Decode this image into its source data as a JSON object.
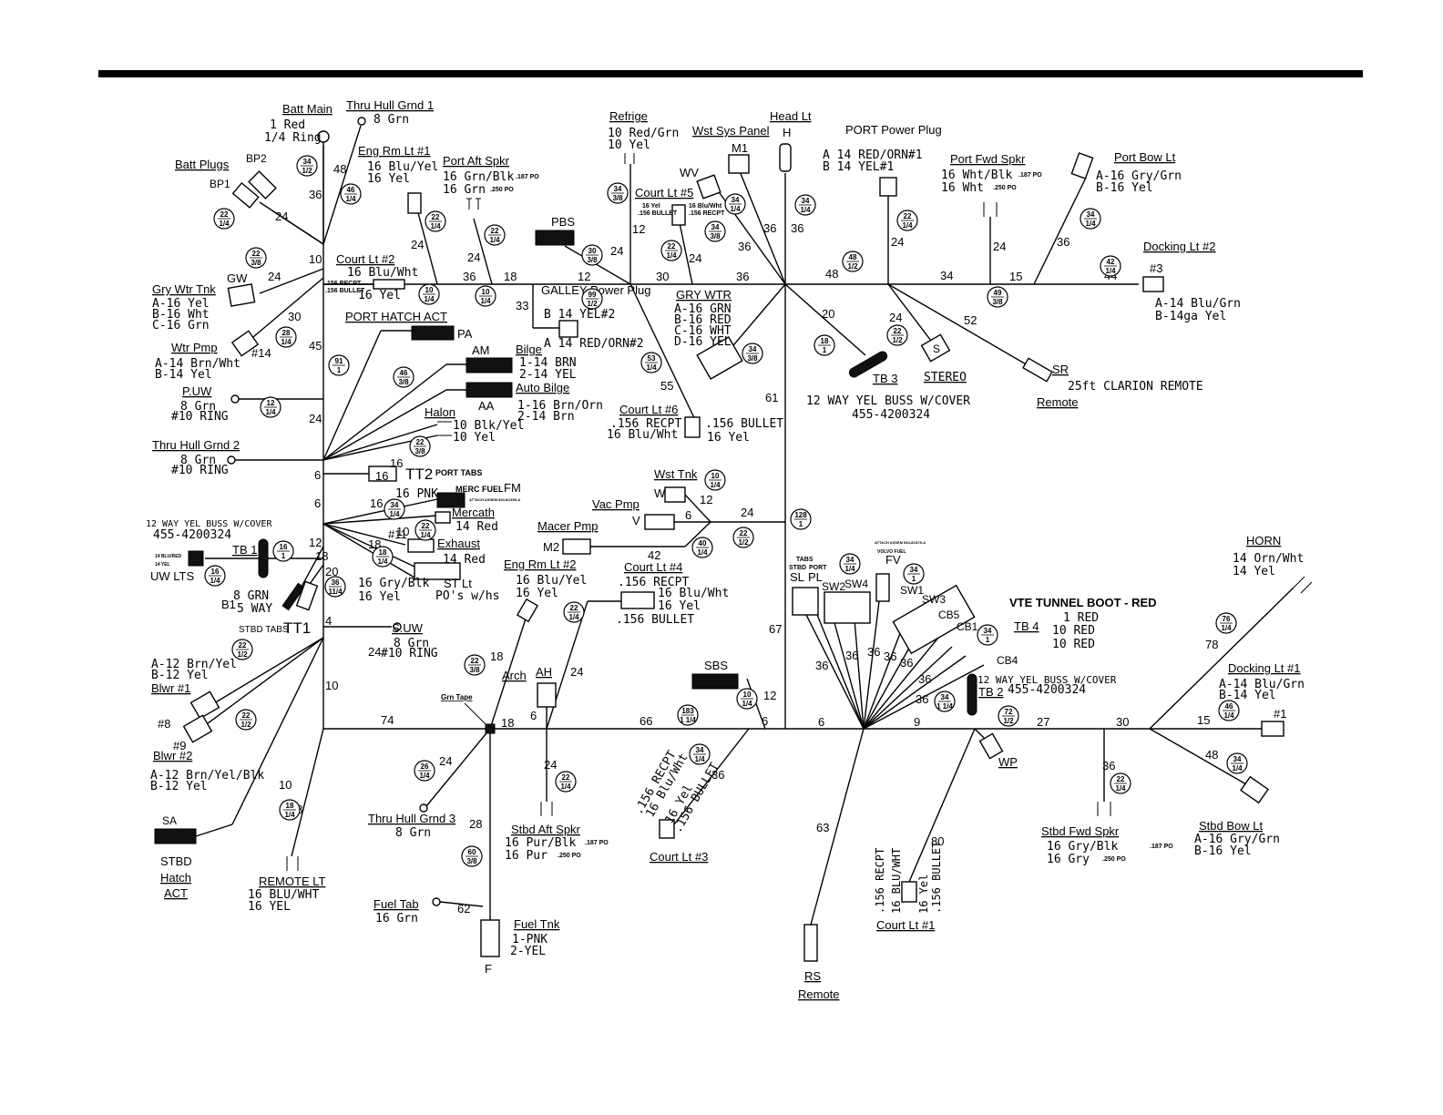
{
  "components": {
    "batt_main": {
      "title": "Batt Main",
      "lines": [
        "1 Red",
        "1/4 Ring"
      ]
    },
    "thru_hull_grnd_1": {
      "title": "Thru Hull Grnd 1",
      "lines": [
        "8 Grn"
      ]
    },
    "batt_plugs": {
      "title": "Batt Plugs",
      "tags": [
        "BP2",
        "BP1"
      ]
    },
    "eng_rm_lt_1": {
      "title": "Eng Rm Lt #1",
      "lines": [
        "16 Blu/Yel",
        "16 Yel"
      ]
    },
    "port_aft_spkr": {
      "title": "Port Aft Spkr",
      "lines": [
        "16 Grn/Blk",
        "16 Grn"
      ],
      "sizes": [
        ".187 PO",
        ".250 PO"
      ]
    },
    "refrige": {
      "title": "Refrige",
      "lines": [
        "10 Red/Grn",
        "10 Yel"
      ]
    },
    "wst_sys_panel": {
      "title": "Wst Sys Panel",
      "tag": "M1"
    },
    "head_lt": {
      "title": "Head Lt",
      "tag": "H"
    },
    "port_power_plug": {
      "title": "PORT Power Plug",
      "lines": [
        "A 14 RED/ORN#1",
        "B 14 YEL#1"
      ]
    },
    "port_fwd_spkr": {
      "title": "Port Fwd Spkr",
      "lines": [
        "16 Wht/Blk",
        "16 Wht"
      ],
      "sizes": [
        ".187 PO",
        ".250 PO"
      ]
    },
    "port_bow_lt": {
      "title": "Port Bow Lt",
      "lines": [
        "A-16 Gry/Grn",
        "B-16 Yel"
      ]
    },
    "docking_lt_2": {
      "title": "Docking Lt #2",
      "tag": "#3",
      "lines": [
        "A-14 Blu/Grn",
        "B-14ga Yel"
      ]
    },
    "court_lt_5": {
      "title": "Court Lt #5",
      "small": [
        "16 Yel",
        ".156 BULLET",
        "16 Blu/Wht",
        ".156 RECPT"
      ]
    },
    "wv": {
      "tag": "WV"
    },
    "pbs": {
      "tag": "PBS"
    },
    "court_lt_2": {
      "title": "Court Lt #2",
      "lines": [
        "16 Blu/Wht",
        "16 Yel"
      ],
      "small": [
        ".156 RECPT",
        ".156 BULLET"
      ]
    },
    "gry_wtr_tnk": {
      "title": "Gry Wtr Tnk",
      "tag": "GW",
      "lines": [
        "A-16 Yel",
        "B-16 Wht",
        "C-16 Grn"
      ]
    },
    "galley_power_plug": {
      "title": "GALLEY Power Plug",
      "lines": [
        "B 14 YEL#2",
        "A 14 RED/ORN#2"
      ]
    },
    "gry_wtr": {
      "title": "GRY WTR",
      "lines": [
        "A-16 GRN",
        "B-16 RED",
        "C-16 WHT",
        "D-16 YEL"
      ]
    },
    "port_hatch_act": {
      "title": "PORT HATCH ACT",
      "tag": "PA"
    },
    "wtr_pmp": {
      "title": "Wtr Pmp",
      "tag": "#14",
      "lines": [
        "A-14 Brn/Wht",
        "B-14 Yel"
      ]
    },
    "am": {
      "tag": "AM"
    },
    "bilge": {
      "title": "Bilge",
      "lines": [
        "1-14 BRN",
        "2-14 YEL"
      ]
    },
    "aa": {
      "tag": "AA"
    },
    "auto_bilge": {
      "title": "Auto Bilge",
      "lines": [
        "1-16 Brn/Orn",
        "2-14 Brn"
      ]
    },
    "tb3": {
      "title": "TB 3",
      "lines": [
        "12 WAY YEL BUSS W/COVER",
        "455-4200324"
      ]
    },
    "stereo": {
      "title": "STEREO",
      "tag": "S"
    },
    "sr": {
      "title": "SR",
      "lines": [
        "25ft CLARION REMOTE"
      ],
      "sub": "Remote"
    },
    "puw": {
      "title": "P.UW",
      "lines": [
        "8 Grn",
        "#10 RING"
      ]
    },
    "halon": {
      "title": "Halon",
      "lines": [
        "10 Blk/Yel",
        "10 Yel"
      ]
    },
    "court_lt_6": {
      "title": "Court Lt #6",
      "lines": [
        ".156 RECPT",
        "16 Blu/Wht",
        ".156 BULLET",
        "16 Yel"
      ]
    },
    "thru_hull_grnd_2": {
      "title": "Thru Hull Grnd 2",
      "lines": [
        "8 Grn",
        "#10 RING"
      ]
    },
    "tt2": {
      "title": "TT2",
      "sub": "PORT TABS"
    },
    "wst_tnk": {
      "title": "Wst Tnk",
      "tag": "W"
    },
    "fm": {
      "title": "MERC FUEL",
      "tag": "FM",
      "lines": [
        "16 PNK"
      ],
      "small": "ATTACH ASSEM 894-8C895-A"
    },
    "mercath": {
      "title": "Mercath",
      "lines": [
        "14 Red"
      ]
    },
    "vac_pmp": {
      "title": "Vac Pmp",
      "tag": "V"
    },
    "tb1": {
      "title": "TB 1",
      "lines": [
        "12 WAY YEL BUSS W/COVER",
        "455-4200324"
      ],
      "small": [
        "14 BLU/RED",
        "14 YEL"
      ],
      "sub": "UW LTS"
    },
    "exhaust": {
      "title": "Exhaust",
      "tag": "#11",
      "lines": [
        "14 Red"
      ]
    },
    "macer_pmp": {
      "title": "Macer Pmp",
      "tag": "M2"
    },
    "st_lt": {
      "title": "ST Lt",
      "lines": [
        "16 Gry/Blk",
        "16 Yel",
        "PO's w/hs"
      ]
    },
    "eng_rm_lt_2": {
      "title": "Eng Rm Lt #2",
      "lines": [
        "16 Blu/Yel",
        "16 Yel"
      ]
    },
    "court_lt_4": {
      "title": "Court Lt #4",
      "lines": [
        ".156 RECPT",
        "16 Blu/Wht",
        "16 Yel",
        ".156 BULLET"
      ]
    },
    "b1": {
      "tag": "B1",
      "lines": [
        "8 GRN",
        "5 WAY"
      ]
    },
    "tt1": {
      "title": "TT1",
      "sub": "STBD TABS"
    },
    "suw": {
      "title": "S.UW",
      "lines": [
        "8 Grn",
        "#10 RING"
      ]
    },
    "tabs": {
      "title": "TABS",
      "sub": [
        "STBD",
        "PORT"
      ],
      "tags": [
        "SL",
        "PL",
        "SW2",
        "SW4"
      ]
    },
    "fv": {
      "title": "VOLVO FUEL",
      "tag": "FV",
      "small": "ATTACH ASSEM 894-8C879-A"
    },
    "switches": {
      "tags": [
        "SW1",
        "SW3",
        "CB5",
        "CB1",
        "CB4"
      ]
    },
    "vte_tunnel": {
      "title": "VTE TUNNEL BOOT - RED",
      "tb": "TB 4",
      "lines": [
        "1 RED",
        "10 RED",
        "10 RED"
      ]
    },
    "horn": {
      "title": "HORN",
      "lines": [
        "14 Orn/Wht",
        "14 Yel"
      ]
    },
    "blwr_1": {
      "title": "Blwr #1",
      "tag": "#8",
      "lines": [
        "A-12 Brn/Yel",
        "B-12 Yel"
      ]
    },
    "blwr_2": {
      "title": "Blwr #2",
      "tag": "#9",
      "lines": [
        "A-12 Brn/Yel/Blk",
        "B-12 Yel"
      ]
    },
    "arch": {
      "title": "Arch",
      "tag": "AH"
    },
    "sbs": {
      "tag": "SBS"
    },
    "tb2": {
      "title": "TB 2",
      "lines": [
        "12 WAY YEL BUSS W/COVER",
        "455-4200324"
      ]
    },
    "docking_lt_1": {
      "title": "Docking Lt #1",
      "tag": "#1",
      "lines": [
        "A-14 Blu/Grn",
        "B-14 Yel"
      ]
    },
    "grn_tape": {
      "title": "Grn Tape"
    },
    "wp": {
      "tag": "WP"
    },
    "stbd_bow_lt": {
      "title": "Stbd Bow Lt",
      "lines": [
        "A-16 Gry/Grn",
        "B-16 Yel"
      ]
    },
    "court_lt_3": {
      "title": "Court Lt #3",
      "lines": [
        ".156 RECPT",
        "16 Blu/Wht",
        "16 Yel",
        ".156 BULLET"
      ]
    },
    "stbd_fwd_spkr": {
      "title": "Stbd Fwd Spkr",
      "lines": [
        "16 Gry/Blk",
        "16 Gry"
      ],
      "sizes": [
        ".187 PO",
        ".250 PO"
      ]
    },
    "thru_hull_grnd_3": {
      "title": "Thru Hull Grnd 3",
      "lines": [
        "8 Grn"
      ]
    },
    "stbd_aft_spkr": {
      "title": "Stbd Aft Spkr",
      "lines": [
        "16 Pur/Blk",
        "16 Pur"
      ],
      "sizes": [
        ".187 PO",
        ".250 PO"
      ]
    },
    "sa": {
      "tag": "SA",
      "title": [
        "STBD",
        "Hatch",
        "ACT"
      ]
    },
    "remote_lt": {
      "title": "REMOTE LT",
      "lines": [
        "16 BLU/WHT",
        "16 YEL"
      ]
    },
    "fuel_tab": {
      "title": "Fuel Tab",
      "lines": [
        "16 Grn"
      ]
    },
    "fuel_tnk": {
      "title": "Fuel Tnk",
      "tag": "F",
      "lines": [
        "1-PNK",
        "2-YEL"
      ]
    },
    "rs": {
      "title": "RS",
      "sub": "Remote"
    },
    "court_lt_1": {
      "title": "Court Lt #1",
      "lines": [
        ".156 RECPT",
        "16 BLU/WHT",
        "16 Yel",
        ".156 BULLET"
      ]
    }
  },
  "lengths": [
    "48",
    "36",
    "10",
    "24",
    "24",
    "30",
    "45",
    "12",
    "24",
    "6",
    "6",
    "12",
    "20",
    "18",
    "4",
    "10",
    "10",
    "18",
    "24",
    "24",
    "36",
    "18",
    "12",
    "33",
    "24",
    "12",
    "30",
    "36",
    "36",
    "36",
    "24",
    "55",
    "61",
    "36",
    "48",
    "24",
    "34",
    "15",
    "44",
    "24",
    "36",
    "20",
    "24",
    "52",
    "12",
    "24",
    "6",
    "42",
    "67",
    "12",
    "6",
    "74",
    "18",
    "66",
    "6",
    "9",
    "27",
    "30",
    "15",
    "48",
    "36",
    "24",
    "28",
    "62",
    "18",
    "24",
    "36",
    "63",
    "80",
    "78",
    "36",
    "36",
    "36",
    "36",
    "36",
    "36",
    "36",
    "16",
    "16",
    "16",
    "10",
    "24",
    "6",
    "18",
    "24"
  ],
  "badges": [
    {
      "t": "34",
      "b": "1/2"
    },
    {
      "t": "46",
      "b": "1/4"
    },
    {
      "t": "22",
      "b": "1/4"
    },
    {
      "t": "22",
      "b": "3/8"
    },
    {
      "t": "22",
      "b": "1/4"
    },
    {
      "t": "22",
      "b": "1/4"
    },
    {
      "t": "34",
      "b": "3/8"
    },
    {
      "t": "22",
      "b": "1/4"
    },
    {
      "t": "34",
      "b": "1/4"
    },
    {
      "t": "34",
      "b": "3/8"
    },
    {
      "t": "34",
      "b": "1/4"
    },
    {
      "t": "22",
      "b": "1/4"
    },
    {
      "t": "48",
      "b": "1/2"
    },
    {
      "t": "34",
      "b": "1/4"
    },
    {
      "t": "42",
      "b": "1/4"
    },
    {
      "t": "10",
      "b": "1/4"
    },
    {
      "t": "10",
      "b": "1/4"
    },
    {
      "t": "30",
      "b": "3/8"
    },
    {
      "t": "99",
      "b": "1/2"
    },
    {
      "t": "49",
      "b": "3/8"
    },
    {
      "t": "28",
      "b": "1/4"
    },
    {
      "t": "91",
      "b": "1"
    },
    {
      "t": "46",
      "b": "3/8"
    },
    {
      "t": "53",
      "b": "1/4"
    },
    {
      "t": "34",
      "b": "3/8"
    },
    {
      "t": "18",
      "b": "1"
    },
    {
      "t": "22",
      "b": "1/2"
    },
    {
      "t": "12",
      "b": "1/4"
    },
    {
      "t": "22",
      "b": "3/8"
    },
    {
      "t": "10",
      "b": "1/4"
    },
    {
      "t": "34",
      "b": "1/4"
    },
    {
      "t": "22",
      "b": "1/4"
    },
    {
      "t": "128",
      "b": "1"
    },
    {
      "t": "22",
      "b": "1/2"
    },
    {
      "t": "40",
      "b": "1/4"
    },
    {
      "t": "16",
      "b": "1"
    },
    {
      "t": "16",
      "b": "1/4"
    },
    {
      "t": "18",
      "b": "1/4"
    },
    {
      "t": "36",
      "b": "11/4"
    },
    {
      "t": "22",
      "b": "1/4"
    },
    {
      "t": "34",
      "b": "1/4"
    },
    {
      "t": "34",
      "b": "1"
    },
    {
      "t": "22",
      "b": "1/2"
    },
    {
      "t": "22",
      "b": "1/2"
    },
    {
      "t": "22",
      "b": "3/8"
    },
    {
      "t": "34",
      "b": "1"
    },
    {
      "t": "76",
      "b": "1/4"
    },
    {
      "t": "10",
      "b": "1/4"
    },
    {
      "t": "183",
      "b": "1 1/4"
    },
    {
      "t": "34",
      "b": "1 1/4"
    },
    {
      "t": "72",
      "b": "1/2"
    },
    {
      "t": "46",
      "b": "1/4"
    },
    {
      "t": "26",
      "b": "1/4"
    },
    {
      "t": "34",
      "b": "1/4"
    },
    {
      "t": "22",
      "b": "1/4"
    },
    {
      "t": "18",
      "b": "1/4"
    },
    {
      "t": "22",
      "b": "1/4"
    },
    {
      "t": "34",
      "b": "1/4"
    },
    {
      "t": "60",
      "b": "3/8"
    }
  ]
}
